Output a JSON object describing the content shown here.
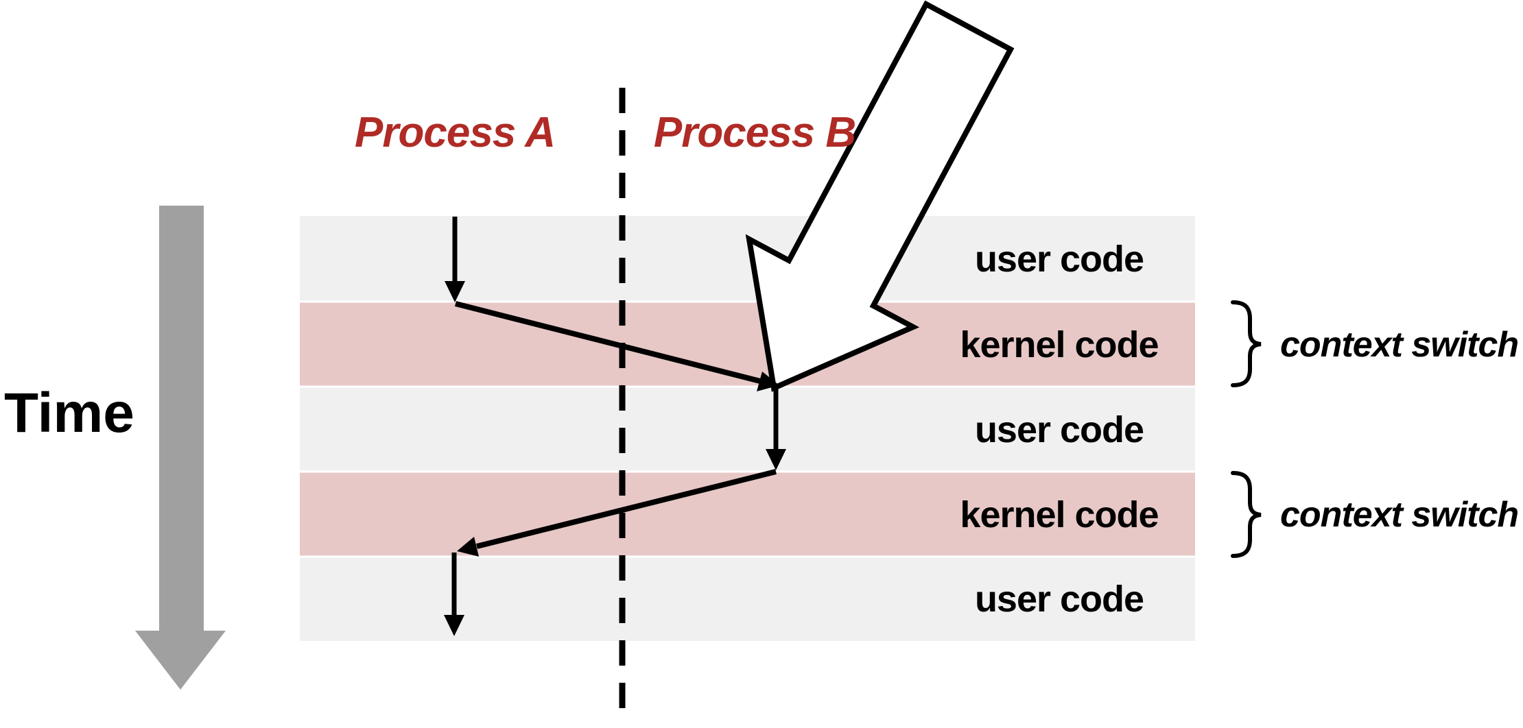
{
  "diagram": {
    "process_a_label": "Process A",
    "process_b_label": "Process B",
    "time_label": "Time",
    "bands": [
      {
        "label": "user code",
        "type": "user"
      },
      {
        "label": "kernel code",
        "type": "kernel"
      },
      {
        "label": "user code",
        "type": "user"
      },
      {
        "label": "kernel code",
        "type": "kernel"
      },
      {
        "label": "user code",
        "type": "user"
      }
    ],
    "context_switch_labels": [
      "context switch",
      "context switch"
    ],
    "icons": {
      "interrupt_arrow": "block-arrow-down-left",
      "time_arrow": "arrow-down",
      "flow_arrows": "thin-arrow",
      "divider": "vertical-dashed-line",
      "annotation_brace": "right-curly-brace"
    },
    "colors": {
      "user_band": "#F1F0F0",
      "kernel_band": "#E7C8C7",
      "process_label_red": "#B02B26",
      "time_arrow_gray": "#A0A0A0",
      "flow_arrow_black": "#000000",
      "interrupt_arrow_fill": "#FFFFFF",
      "background": "#FFFFFF"
    }
  }
}
